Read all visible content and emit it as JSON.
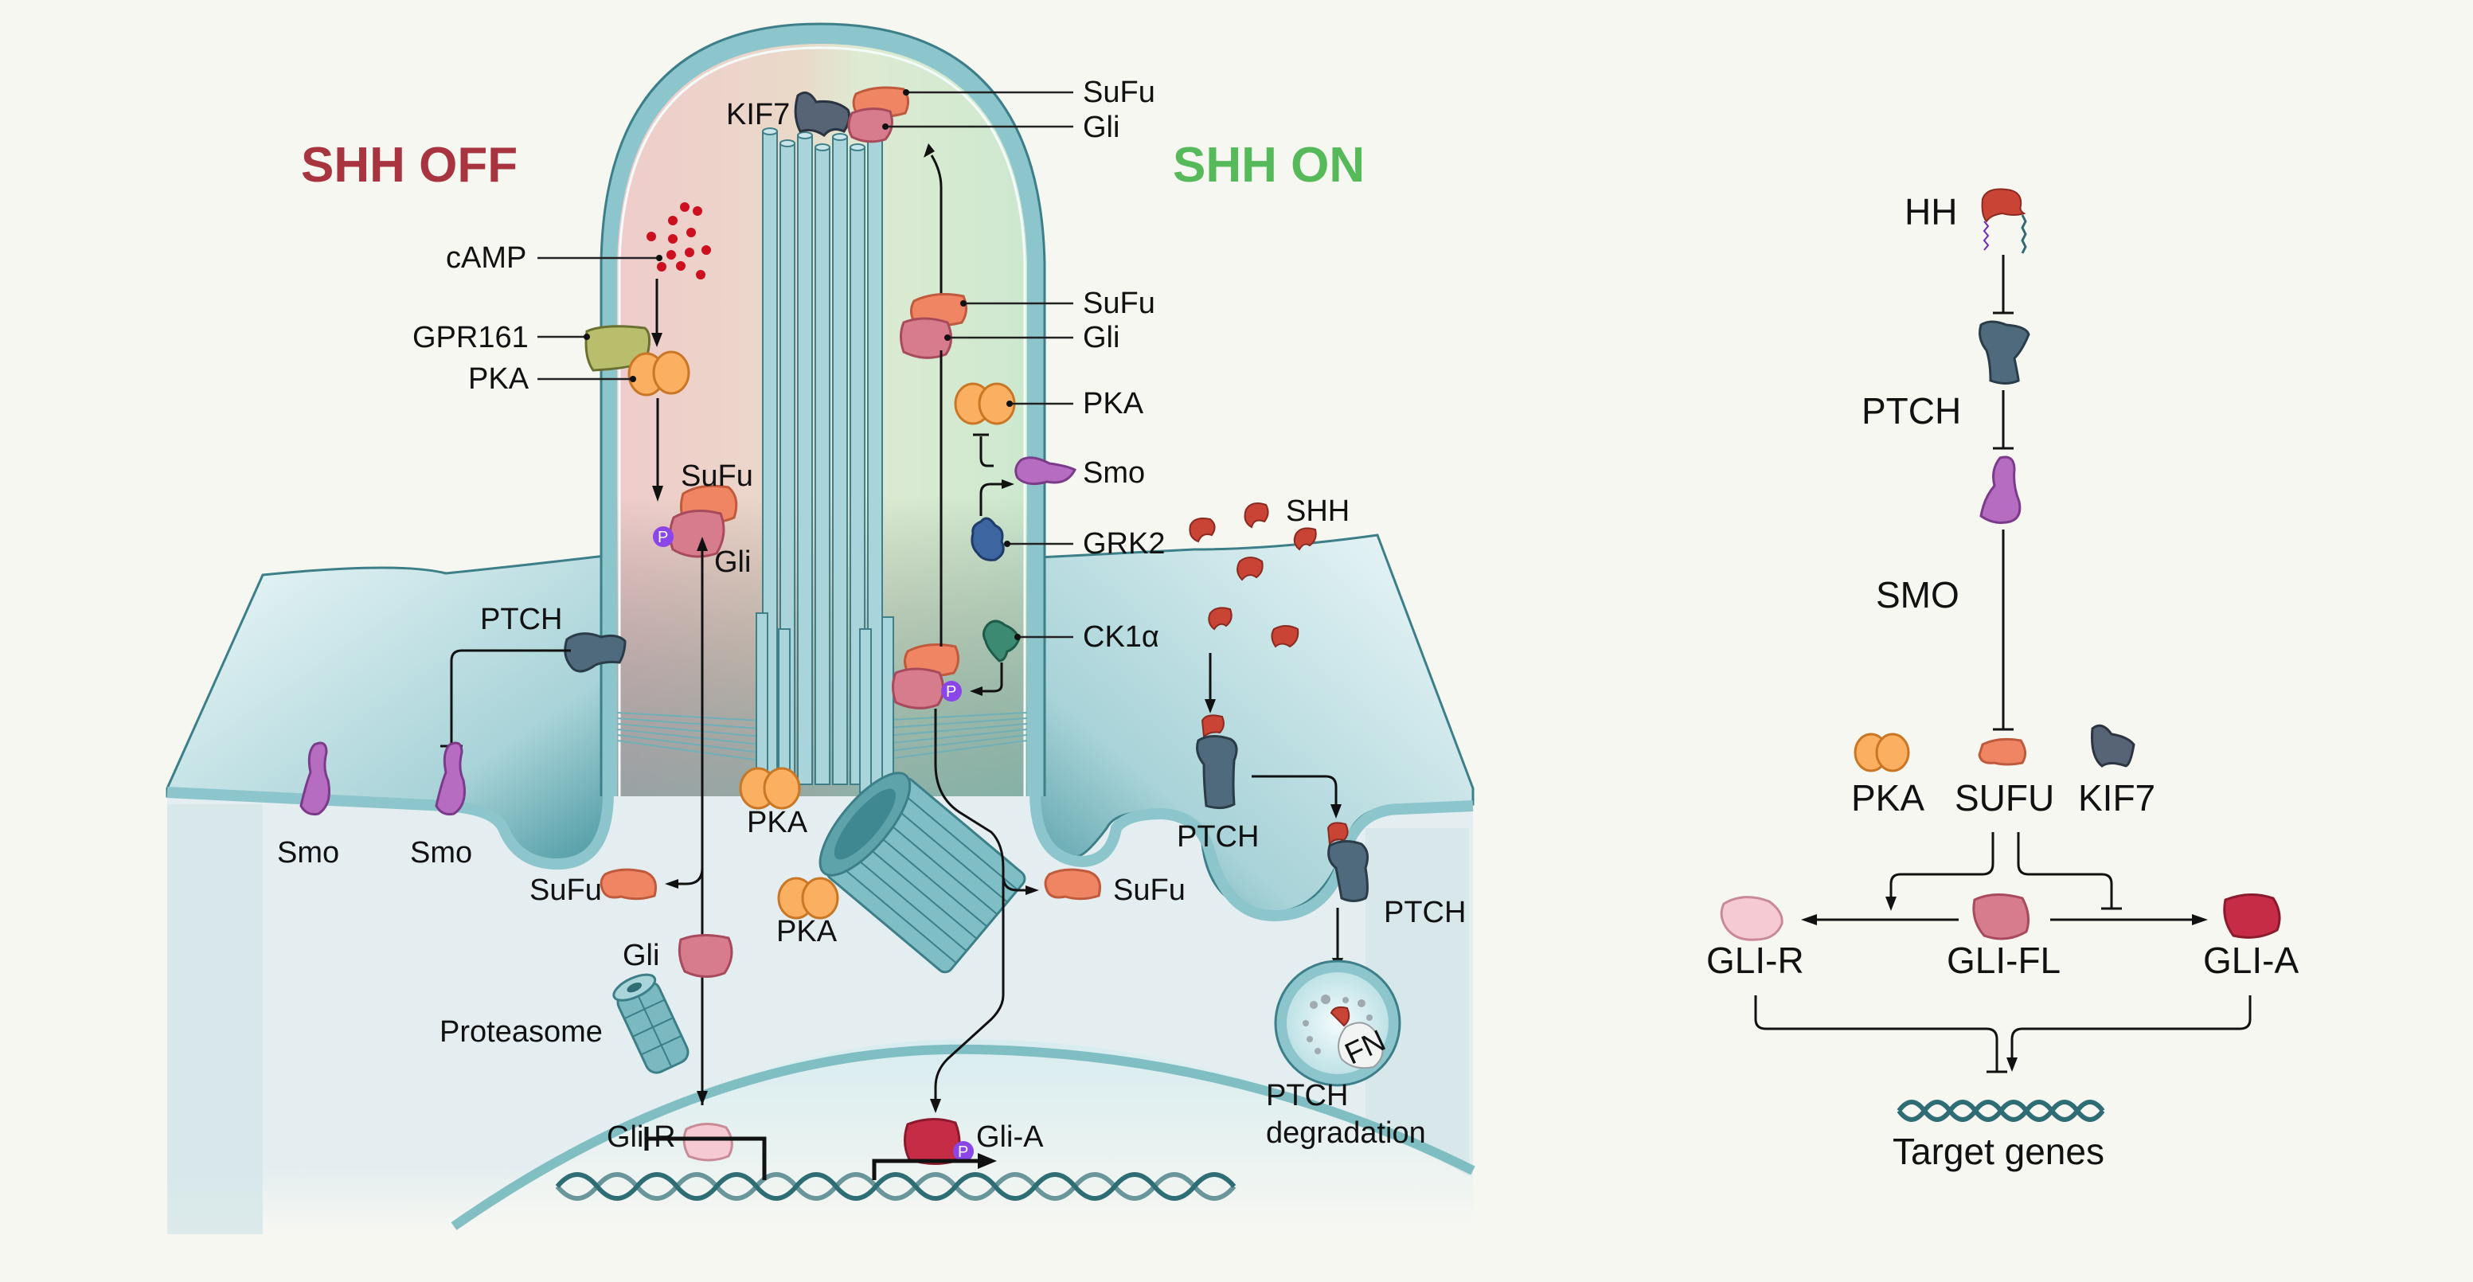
{
  "titles": {
    "off": "SHH OFF",
    "on": "SHH ON"
  },
  "colors": {
    "off_title": "#a8343f",
    "on_title": "#56b95a",
    "background": "#f7f7f2",
    "cilium_off": "#ecd1cf",
    "cilium_on": "#d5ecd2",
    "membrane": "#8cc5cc",
    "cytoplasm": "#e4eef0",
    "pka": "#fbb061",
    "sufu": "#ef8563",
    "gli": "#d67c8c",
    "gli_r": "#f6cad3",
    "gli_a": "#c62c45",
    "smo": "#b66cc0",
    "ptch": "#4f6a7c",
    "kif7": "#566475",
    "grk2": "#3d65a0",
    "ck1a": "#3d8a73",
    "gpr161": "#b9be6c",
    "camp": "#cc1020",
    "hh": "#c94434",
    "phospho": "#8a46e8",
    "dna": "#2f6d75"
  },
  "cilium_off_labels": {
    "kif7": "KIF7",
    "camp": "cAMP",
    "gpr161": "GPR161",
    "pka": "PKA",
    "sufu": "SuFu",
    "gli": "Gli",
    "phospho": "P",
    "ptch": "PTCH",
    "smo_1": "Smo",
    "smo_2": "Smo"
  },
  "cilium_on_labels": {
    "tip_sufu": "SuFu",
    "tip_gli": "Gli",
    "mid_sufu": "SuFu",
    "mid_gli": "Gli",
    "pka": "PKA",
    "smo": "Smo",
    "grk2": "GRK2",
    "shh": "SHH",
    "ck1a": "CK1α",
    "phospho": "P"
  },
  "cytoplasm_labels": {
    "basal_pka_1": "PKA",
    "basal_pka_2": "PKA",
    "sufu_left": "SuFu",
    "sufu_right": "SuFu",
    "gli": "Gli",
    "proteasome": "Proteasome",
    "gli_r": "Gli-R",
    "gli_a": "Gli-A",
    "gli_a_phospho": "P",
    "ptch_1": "PTCH",
    "ptch_2": "PTCH",
    "ptch_degradation_1": "PTCH",
    "ptch_degradation_2": "degradation",
    "lysosome_tag": "FN"
  },
  "pathway": {
    "nodes": {
      "hh": "HH",
      "ptch": "PTCH",
      "smo": "SMO",
      "pka": "PKA",
      "sufu": "SUFU",
      "kif7": "KIF7",
      "gli_r": "GLI-R",
      "gli_fl": "GLI-FL",
      "gli_a": "GLI-A",
      "target": "Target genes"
    },
    "edges": [
      {
        "from": "HH",
        "to": "PTCH",
        "type": "inhibit"
      },
      {
        "from": "PTCH",
        "to": "SMO",
        "type": "inhibit"
      },
      {
        "from": "SMO",
        "to": "SUFU",
        "type": "inhibit"
      },
      {
        "from": "SUFU",
        "to": "GLI-FL→GLI-R",
        "type": "activate"
      },
      {
        "from": "SUFU",
        "to": "GLI-FL→GLI-A",
        "type": "inhibit"
      },
      {
        "from": "GLI-FL",
        "to": "GLI-R",
        "type": "activate"
      },
      {
        "from": "GLI-FL",
        "to": "GLI-A",
        "type": "activate"
      },
      {
        "from": "GLI-R",
        "to": "Target genes",
        "type": "inhibit"
      },
      {
        "from": "GLI-A",
        "to": "Target genes",
        "type": "activate"
      }
    ]
  }
}
